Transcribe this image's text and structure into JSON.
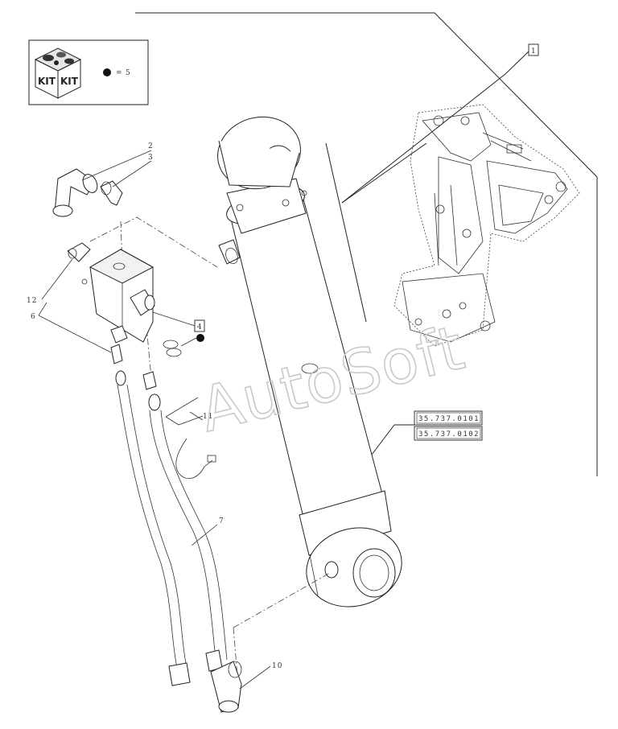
{
  "kit_box": {
    "kit_label_1": "KIT",
    "kit_label_2": "KIT",
    "legend_equals": "=",
    "legend_value": "5"
  },
  "callouts": {
    "c1": "1",
    "c2": "2",
    "c3": "3",
    "c4": "4",
    "c6": "6",
    "c7": "7",
    "c10": "10",
    "c11": "11",
    "c12": "12"
  },
  "references": {
    "ref_1": "35.737.0101",
    "ref_2": "35.737.0102"
  },
  "watermark": "AutoSoft"
}
